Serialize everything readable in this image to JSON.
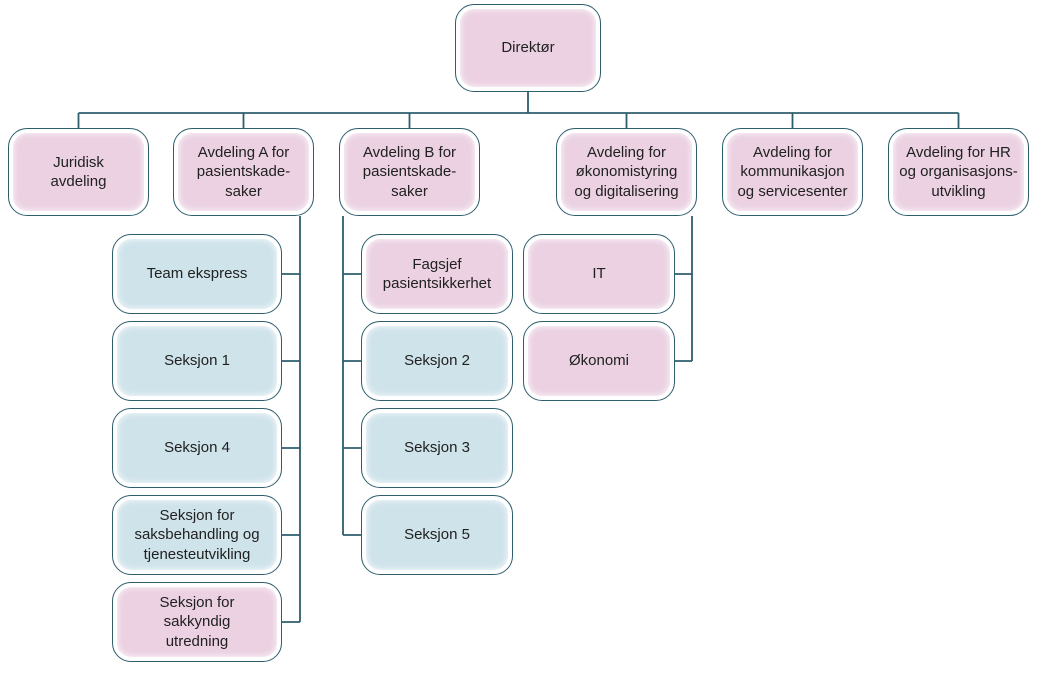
{
  "diagram": {
    "type": "org-chart",
    "language": "no",
    "colors": {
      "node_pink": "#ebd1e2",
      "node_blue": "#cfe3eb",
      "outline": "#2e5e6e",
      "text": "#212121",
      "background": "#ffffff"
    },
    "nodes": {
      "direktor": {
        "label": "Direktør",
        "variant": "pink"
      },
      "juridisk": {
        "label": "Juridisk\navdeling",
        "variant": "pink"
      },
      "avdeling_a": {
        "label": "Avdeling A for\npasientskade-\nsaker",
        "variant": "pink"
      },
      "avdeling_b": {
        "label": "Avdeling B for\npasientskade-\nsaker",
        "variant": "pink"
      },
      "avdeling_okonomistyring": {
        "label": "Avdeling for\nøkonomistyring\nog digitalisering",
        "variant": "pink"
      },
      "avdeling_kommunikasjon": {
        "label": "Avdeling for\nkommunikasjon\nog servicesenter",
        "variant": "pink"
      },
      "avdeling_hr": {
        "label": "Avdeling for HR\nog organisasjons-\nutvikling",
        "variant": "pink"
      },
      "team_ekspress": {
        "label": "Team ekspress",
        "variant": "blue"
      },
      "seksjon_1": {
        "label": "Seksjon 1",
        "variant": "blue"
      },
      "seksjon_4": {
        "label": "Seksjon 4",
        "variant": "blue"
      },
      "seksjon_saksbehandling": {
        "label": "Seksjon for\nsaksbehandling og\ntjenesteutvikling",
        "variant": "blue"
      },
      "seksjon_sakkyndig": {
        "label": "Seksjon for\nsakkyndig\nutredning",
        "variant": "pink"
      },
      "fagsjef_pasientsikkerhet": {
        "label": "Fagsjef\npasientsikkerhet",
        "variant": "pink"
      },
      "seksjon_2": {
        "label": "Seksjon 2",
        "variant": "blue"
      },
      "seksjon_3": {
        "label": "Seksjon 3",
        "variant": "blue"
      },
      "seksjon_5": {
        "label": "Seksjon 5",
        "variant": "blue"
      },
      "it": {
        "label": "IT",
        "variant": "pink"
      },
      "okonomi": {
        "label": "Økonomi",
        "variant": "pink"
      }
    },
    "hierarchy": {
      "direktor": [
        "juridisk",
        "avdeling_a",
        "avdeling_b",
        "avdeling_okonomistyring",
        "avdeling_kommunikasjon",
        "avdeling_hr"
      ],
      "avdeling_a": [
        "team_ekspress",
        "seksjon_1",
        "seksjon_4",
        "seksjon_saksbehandling",
        "seksjon_sakkyndig"
      ],
      "avdeling_b": [
        "fagsjef_pasientsikkerhet",
        "seksjon_2",
        "seksjon_3",
        "seksjon_5"
      ],
      "avdeling_okonomistyring": [
        "it",
        "okonomi"
      ]
    }
  }
}
